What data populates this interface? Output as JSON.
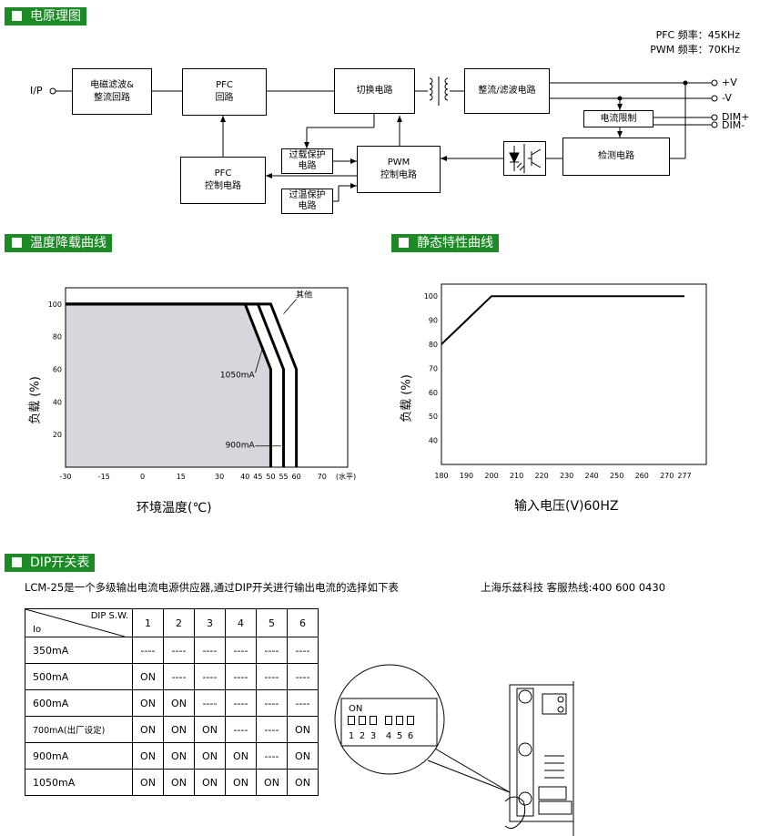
{
  "sections": {
    "principle": "电原理图",
    "derating": "温度降载曲线",
    "static": "静态特性曲线",
    "dip": "DIP开关表"
  },
  "block_diagram": {
    "freq_pfc": "PFC 频率：45KHz",
    "freq_pwm": "PWM 频率：70KHz",
    "input_label": "I/P",
    "emi_line1": "电磁滤波&",
    "emi_line2": "整流回路",
    "pfc_line1": "PFC",
    "pfc_line2": "回路",
    "switch": "切换电路",
    "rect": "整流/滤波电路",
    "pfc_ctrl_line1": "PFC",
    "pfc_ctrl_line2": "控制电路",
    "ovp_line1": "过载保护",
    "ovp_line2": "电路",
    "pwm_line1": "PWM",
    "pwm_line2": "控制电路",
    "otp_line1": "过温保护",
    "otp_line2": "电路",
    "current_limit": "电流限制",
    "detect": "检测电路",
    "out_pos": "+V",
    "out_neg": "-V",
    "dim_pos": "DIM+",
    "dim_neg": "DIM-"
  },
  "derating_chart": {
    "type": "area",
    "ylabel": "负载 (%)",
    "xlabel": "环境温度(℃)",
    "x_unit": "(水平)",
    "xlim": [
      -30,
      80
    ],
    "ylim": [
      0,
      110
    ],
    "x_ticks": [
      -30,
      -15,
      0,
      15,
      30,
      40,
      45,
      50,
      55,
      60,
      70
    ],
    "y_ticks": [
      20,
      40,
      60,
      80,
      100
    ],
    "series": [
      {
        "name": "1050mA",
        "x": [
          -30,
          40,
          50,
          50
        ],
        "y": [
          100,
          100,
          60,
          0
        ]
      },
      {
        "name": "900mA",
        "x": [
          -30,
          45,
          55,
          55
        ],
        "y": [
          100,
          100,
          60,
          0
        ]
      },
      {
        "name": "其他",
        "x": [
          -30,
          50,
          60,
          60
        ],
        "y": [
          100,
          100,
          60,
          0
        ]
      }
    ]
  },
  "static_chart": {
    "type": "line",
    "ylabel": "负载 (%)",
    "xlabel": "输入电压(V)60HZ",
    "xlim": [
      180,
      277
    ],
    "ylim": [
      30,
      105
    ],
    "x_ticks": [
      180,
      190,
      200,
      210,
      220,
      230,
      240,
      250,
      260,
      270,
      277
    ],
    "y_ticks": [
      40,
      50,
      60,
      70,
      80,
      90,
      100
    ],
    "series": [
      {
        "x": [
          180,
          200,
          277
        ],
        "y": [
          80,
          100,
          100
        ]
      }
    ]
  },
  "dip_section": {
    "description": "LCM-25是一个多级输出电流电源供应器,通过DIP开关进行输出电流的选择如下表",
    "vendor": "上海乐兹科技 客服热线:400 600 0430",
    "header_sw": "DIP S.W.",
    "header_io": "Io",
    "columns": [
      "1",
      "2",
      "3",
      "4",
      "5",
      "6"
    ],
    "rows": [
      {
        "io": "350mA",
        "cells": [
          "----",
          "----",
          "----",
          "----",
          "----",
          "----"
        ]
      },
      {
        "io": "500mA",
        "cells": [
          "ON",
          "----",
          "----",
          "----",
          "----",
          "----"
        ]
      },
      {
        "io": "600mA",
        "cells": [
          "ON",
          "ON",
          "----",
          "----",
          "----",
          "----"
        ]
      },
      {
        "io": "700mA(出厂设定)",
        "cells": [
          "ON",
          "ON",
          "ON",
          "----",
          "----",
          "ON"
        ]
      },
      {
        "io": "900mA",
        "cells": [
          "ON",
          "ON",
          "ON",
          "ON",
          "----",
          "ON"
        ]
      },
      {
        "io": "1050mA",
        "cells": [
          "ON",
          "ON",
          "ON",
          "ON",
          "ON",
          "ON"
        ]
      }
    ],
    "switch_on": "ON",
    "switch_numbers": [
      "1",
      "2",
      "3",
      "4",
      "5",
      "6"
    ]
  }
}
